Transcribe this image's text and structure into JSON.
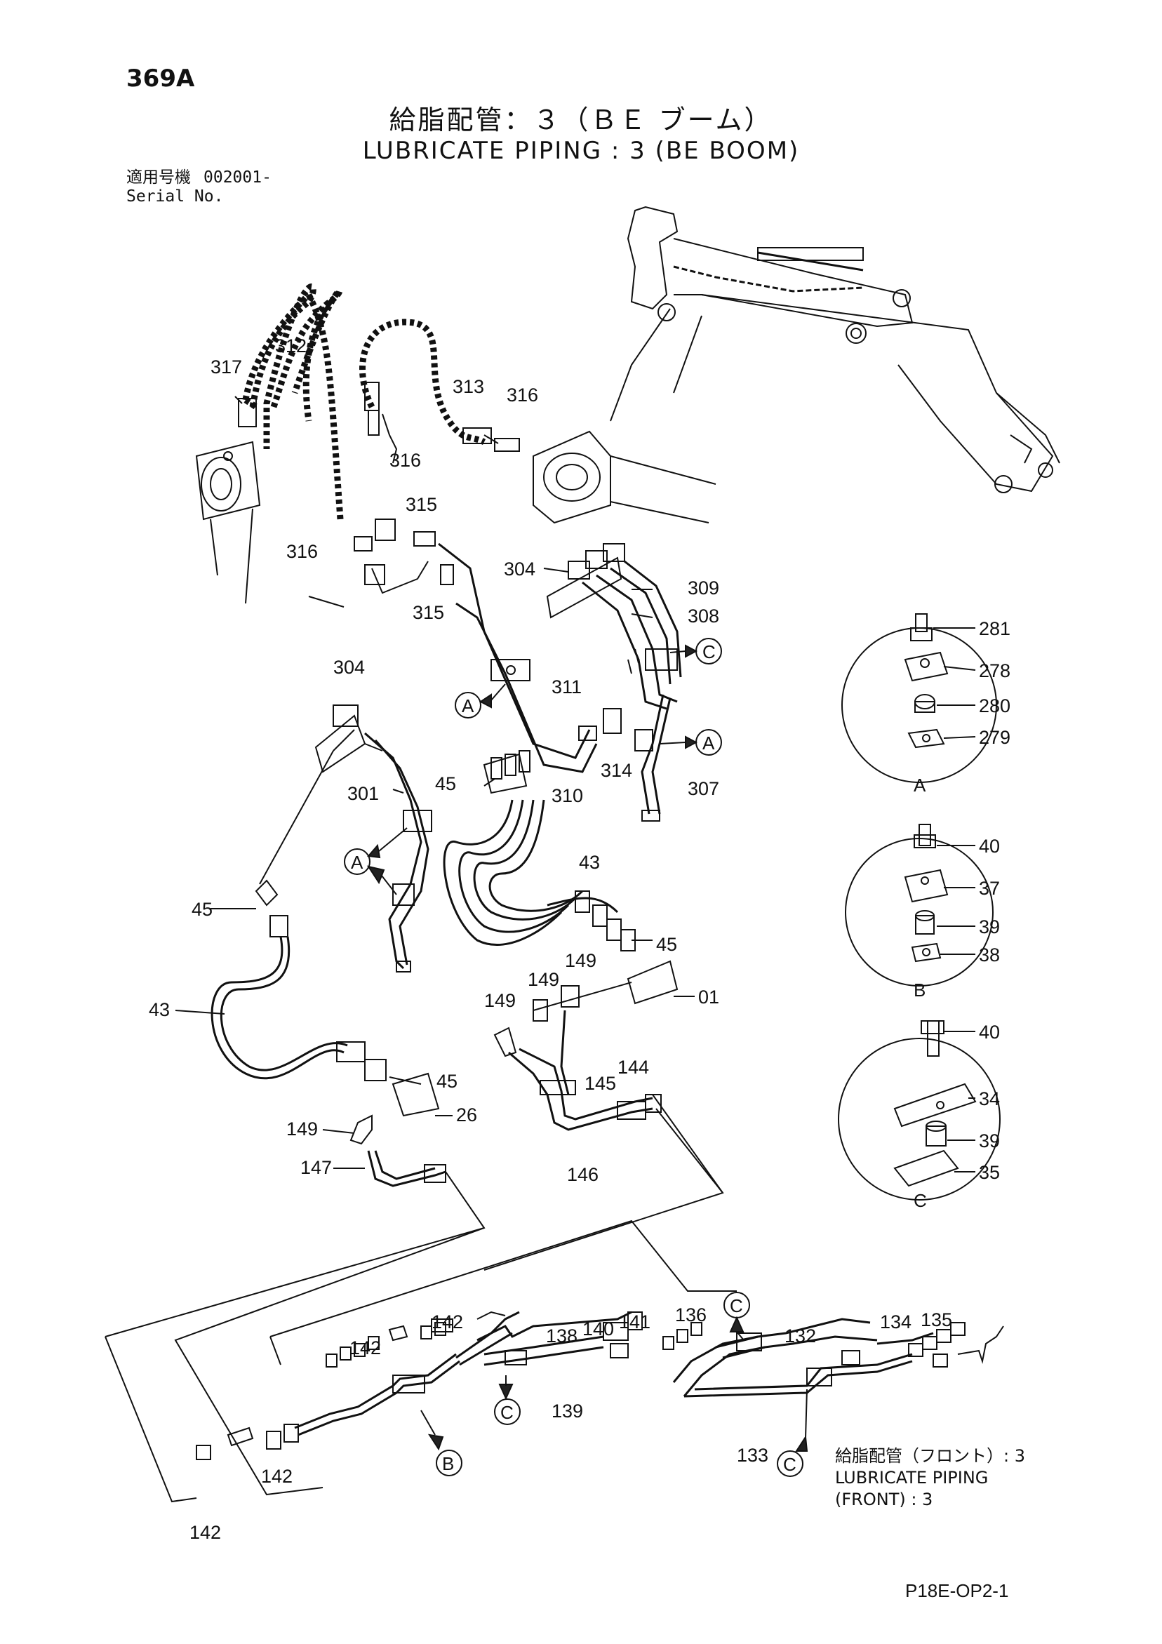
{
  "header": {
    "page_no": "369A",
    "title_jp": "給脂配管：３（ＢＥ ブーム）",
    "title_en": "LUBRICATE PIPING : 3 (BE BOOM)",
    "serial_label_jp": "適用号機",
    "serial_value": "002001-",
    "serial_label_en": "Serial No."
  },
  "labels": {
    "p317": "317",
    "p312": "312",
    "p313": "313",
    "p316a": "316",
    "p316b": "316",
    "p316c": "316",
    "p315a": "315",
    "p315b": "315",
    "p304a": "304",
    "p309": "309",
    "p308": "308",
    "p311": "311",
    "p310": "310",
    "p314": "314",
    "p307": "307",
    "p304b": "304",
    "p301": "301",
    "p45a": "45",
    "p45b": "45",
    "p45c": "45",
    "p45d": "45",
    "p43a": "43",
    "p43b": "43",
    "p149a": "149",
    "p149b": "149",
    "p149c": "149",
    "p149d": "149",
    "p01": "01",
    "p145": "145",
    "p144": "144",
    "p146": "146",
    "p26": "26",
    "p147": "147",
    "p142a": "142",
    "p142b": "142",
    "p142c": "142",
    "p142d": "142",
    "p138": "138",
    "p140": "140",
    "p141": "141",
    "p139": "139",
    "p136": "136",
    "p132": "132",
    "p134": "134",
    "p135": "135",
    "p133": "133",
    "p281": "281",
    "p278": "278",
    "p280": "280",
    "p279": "279",
    "p40a": "40",
    "p37": "37",
    "p39a": "39",
    "p38": "38",
    "p40b": "40",
    "p34": "34",
    "p39b": "39",
    "p35": "35"
  },
  "callouts": {
    "A": "A",
    "B": "B",
    "C": "C"
  },
  "detail_letters": {
    "a": "A",
    "b": "B",
    "c": "C"
  },
  "front_note": {
    "jp": "給脂配管（フロント）: 3",
    "en1": "LUBRICATE PIPING",
    "en2": "(FRONT) : 3"
  },
  "footer": {
    "code": "P18E-OP2-1"
  }
}
